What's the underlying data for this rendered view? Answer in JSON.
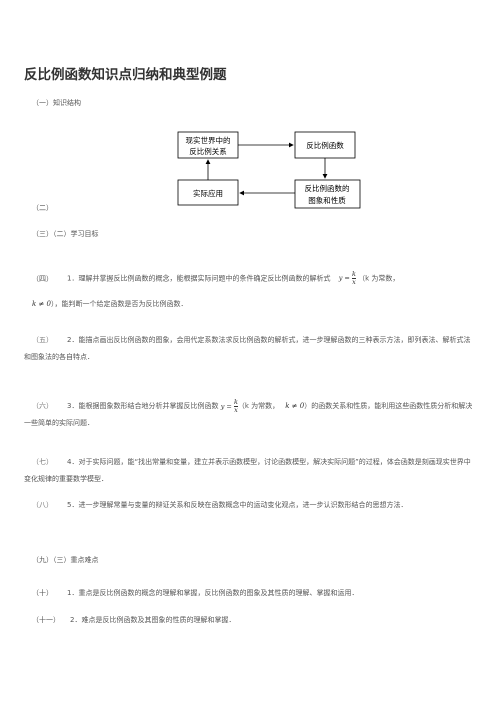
{
  "title": "反比例函数知识点归纳和典型例题",
  "section1": "（一）知识结构",
  "diagram": {
    "box1_line1": "现实世界中的",
    "box1_line2": "反比例关系",
    "box2": "反比例函数",
    "box3": "实际应用",
    "box4_line1": "反比例函数的",
    "box4_line2": "图象和性质"
  },
  "section2": "（二）",
  "section3": "（三）（二）学习目标",
  "items": [
    {
      "num": "（四）",
      "pre": "1．理解并掌握反比例函数的概念，能根据实际问题中的条件确定反比例函数的解析式",
      "post": "（k 为常数，",
      "line2": "），能判断一个给定函数是否为反比例函数．"
    },
    {
      "num": "（五）",
      "text": "2．能描点画出反比例函数的图象，会用代定系数法求反比例函数的解析式，进一步理解函数的三种表示方法，即列表法、解析式法和图象法的各自特点．"
    },
    {
      "num": "（六）",
      "pre": "3．能根据图象数形结合地分析并掌握反比例函数",
      "mid": "（k 为常数，",
      "post": "）的函数关系和性质，能利用这些函数性质分析和解决一些简单的实际问题．"
    },
    {
      "num": "（七）",
      "text": "4．对于实际问题，能“找出常量和变量，建立并表示函数模型，讨论函数模型，解决实际问题”的过程，体会函数是刻画现实世界中变化规律的重要数学模型．"
    },
    {
      "num": "（八）",
      "text": "5．进一步理解常量与变量的辩证关系和反映在函数概念中的运动变化观点，进一步认识数形结合的思想方法．"
    }
  ],
  "section9": "（九）（三）重点难点",
  "item10": {
    "num": "（十）",
    "text": "1．重点是反比例函数的概念的理解和掌握，反比例函数的图象及其性质的理解、掌握和运用．"
  },
  "item11": {
    "num": "（十一）",
    "text": "2．难点是反比例函数及其图象的性质的理解和掌握．"
  },
  "math": {
    "y_eq": "y =",
    "k": "k",
    "x": "x",
    "k_neq_0": "k ≠ 0"
  }
}
